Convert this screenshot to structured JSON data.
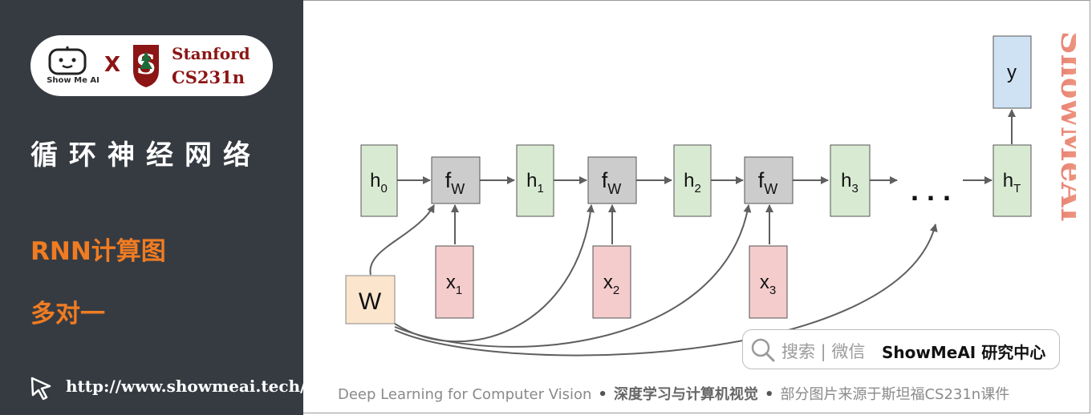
{
  "sidebar": {
    "brand_small": "Show Me AI",
    "x_mark": "X",
    "stanford_name": "Stanford",
    "stanford_course": "CS231n",
    "title": "循环神经网络",
    "subtitle1": "RNN计算图",
    "subtitle2": "多对一",
    "url": "http://www.showmeai.tech/"
  },
  "diagram": {
    "nodes": {
      "h0": {
        "base": "h",
        "sub": "0"
      },
      "f1": {
        "base": "f",
        "sub": "W"
      },
      "h1": {
        "base": "h",
        "sub": "1"
      },
      "f2": {
        "base": "f",
        "sub": "W"
      },
      "h2": {
        "base": "h",
        "sub": "2"
      },
      "f3": {
        "base": "f",
        "sub": "W"
      },
      "h3": {
        "base": "h",
        "sub": "3"
      },
      "hT": {
        "base": "h",
        "sub": "T"
      },
      "y": {
        "base": "y"
      },
      "x1": {
        "base": "x",
        "sub": "1"
      },
      "x2": {
        "base": "x",
        "sub": "2"
      },
      "x3": {
        "base": "x",
        "sub": "3"
      },
      "W": {
        "base": "W"
      }
    },
    "ellipsis": ". . .",
    "colors": {
      "hidden_fill": "#d9ead3",
      "func_fill": "#cccccc",
      "input_fill": "#f4cccc",
      "output_fill": "#cfe2f3",
      "weight_fill": "#fce5cd",
      "arrow": "#5f5f5f",
      "accent_orange": "#f07c22",
      "stanford_red": "#8c1515"
    }
  },
  "search": {
    "label": "搜索 | 微信",
    "brand": "ShowMeAI 研究中心"
  },
  "footer": {
    "left": "Deep Learning for Computer Vision",
    "sep": "•",
    "middle": "深度学习与计算机视觉",
    "right": "部分图片来源于斯坦福CS231n课件"
  },
  "watermark": "ShowMeAI",
  "icons": [
    "robot-logo-icon",
    "stanford-tree-icon",
    "cursor-icon",
    "search-icon"
  ]
}
